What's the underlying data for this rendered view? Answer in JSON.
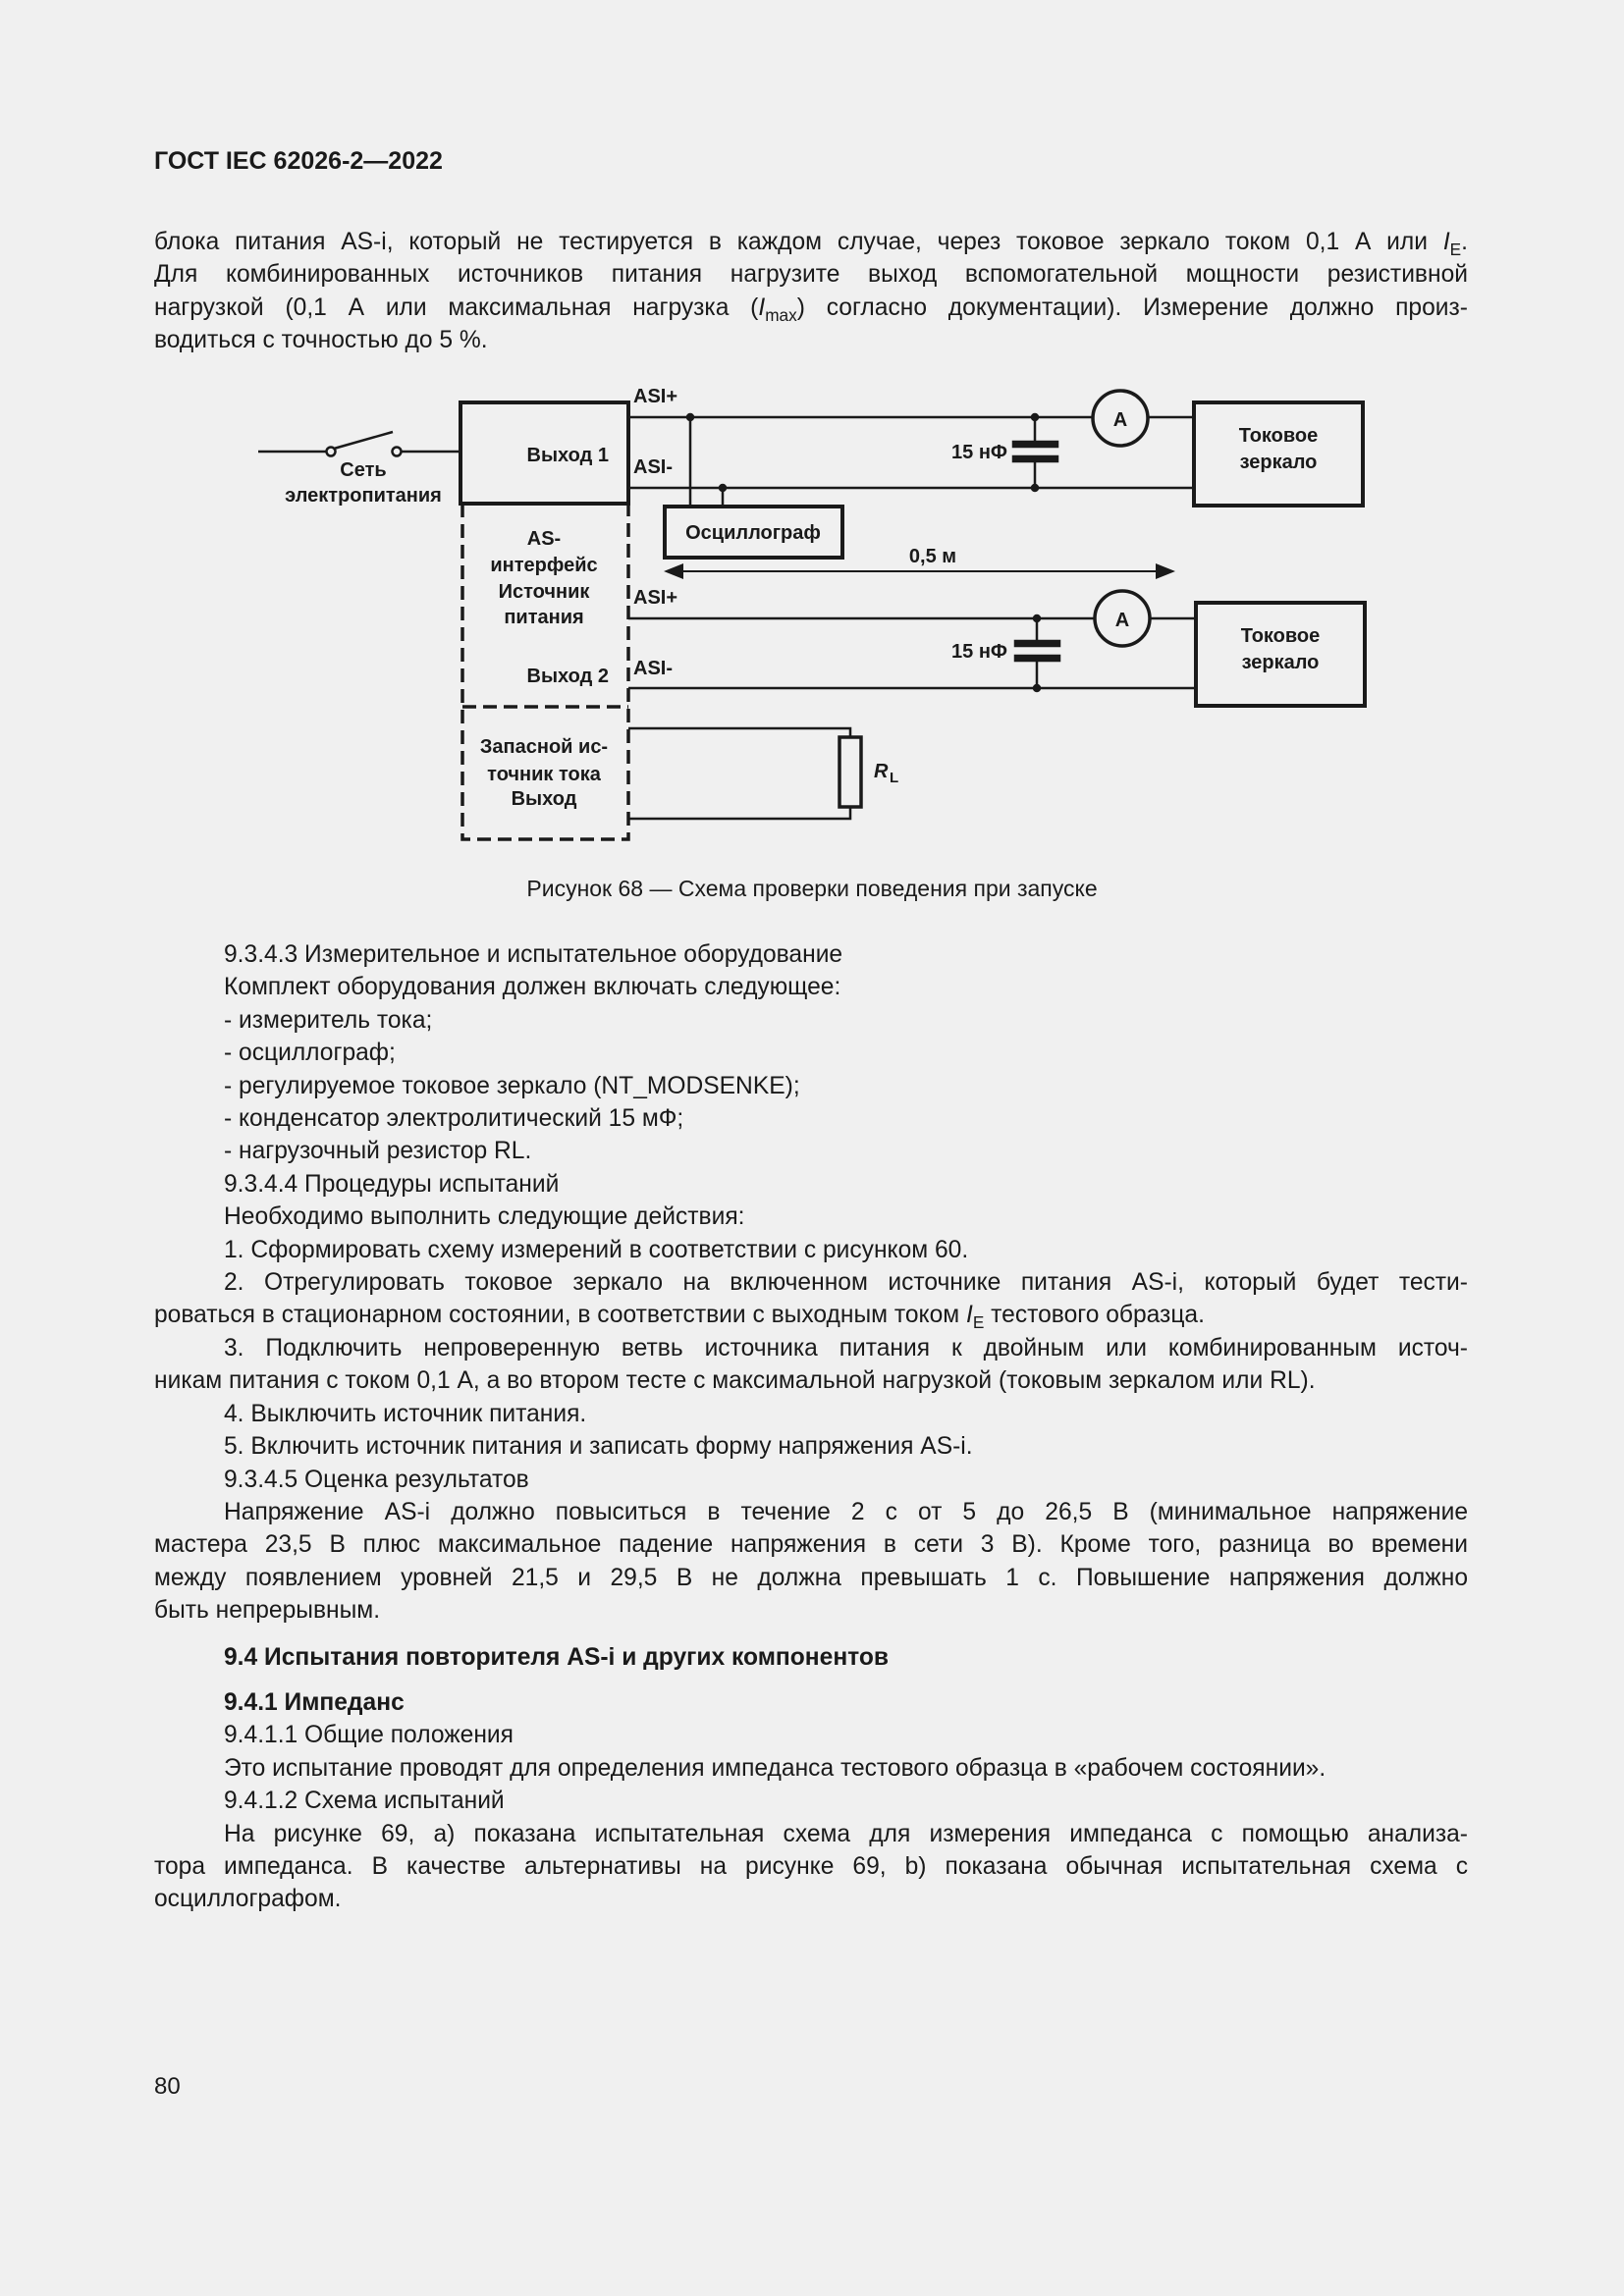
{
  "header": {
    "title": "ГОСТ IEC 62026-2—2022"
  },
  "intro": {
    "l1_a": "блока питания AS-i, который не тестируется в каждом случае, через токовое зеркало током 0,1 А или ",
    "l1_i": "I",
    "l1_sub": "E",
    "l1_b": ".",
    "l2": "Для комбинированных источников питания нагрузите выход вспомогательной мощности резистивной",
    "l3_a": "нагрузкой (0,1 А или максимальная нагрузка (",
    "l3_i": "I",
    "l3_sub": "max",
    "l3_b": ") согласно документации). Измерение должно произ-",
    "l4": "водиться с точностью до 5 %."
  },
  "figure": {
    "mains_label_1": "Сеть",
    "mains_label_2": "электропитания",
    "output1": "Выход 1",
    "output2": "Выход 2",
    "psu_lines": [
      "AS-",
      "интерфейс",
      "Источник",
      "питания"
    ],
    "spare_lines": [
      "Запасной ис-",
      "точник тока",
      "Выход"
    ],
    "asi_plus": "ASI+",
    "asi_minus": "ASI-",
    "oscilloscope": "Осциллограф",
    "distance": "0,5 м",
    "capacitor": "15 нФ",
    "ammeter": "A",
    "mirror_1": "Токовое",
    "mirror_2": "зеркало",
    "resistor": "R",
    "resistor_sub": "L",
    "caption": "Рисунок 68 — Схема проверки поведения при запуске"
  },
  "body": {
    "s9343": "9.3.4.3 Измерительное и испытательное оборудование",
    "kit": "Комплект оборудования должен включать следующее:",
    "items": [
      "- измеритель тока;",
      "- осциллограф;",
      "- регулируемое токовое зеркало (NT_MODSENKE);",
      "- конденсатор электролитический 15 мФ;",
      "- нагрузочный резистор RL."
    ],
    "s9344": "9.3.4.4 Процедуры испытаний",
    "need": "Необходимо выполнить следующие действия:",
    "step1": "1. Сформировать схему измерений в соответствии с рисунком 60.",
    "step2_l1": "2. Отрегулировать токовое зеркало на включенном источнике питания AS-i, который будет тести-",
    "step2_l2a": "роваться в стационарном состоянии, в соответствии с выходным током ",
    "step2_i": "I",
    "step2_sub": "E",
    "step2_l2b": " тестового образца.",
    "step3_l1": "3. Подключить непроверенную ветвь источника питания к двойным или комбинированным источ-",
    "step3_l2": "никам питания с током 0,1 А, а во втором тесте с максимальной нагрузкой (токовым зеркалом или RL).",
    "step4": "4. Выключить источник питания.",
    "step5": "5. Включить источник питания и записать форму напряжения AS-i.",
    "s9345": "9.3.4.5 Оценка результатов",
    "eval_l1": "Напряжение AS-i должно повыситься в течение 2 с от 5 до 26,5 В (минимальное напряжение",
    "eval_l2": "мастера 23,5 В плюс максимальное падение напряжения в сети 3 В). Кроме того, разница во времени",
    "eval_l3": "между появлением уровней 21,5 и 29,5 В не должна превышать 1 с. Повышение напряжения должно",
    "eval_l4": "быть непрерывным.",
    "h94": "9.4 Испытания повторителя AS-i и других компонентов",
    "h941": "9.4.1 Импеданс",
    "s9411": "9.4.1.1 Общие положения",
    "gen": "Это испытание проводят для определения импеданса тестового образца в «рабочем состоянии».",
    "s9412": "9.4.1.2 Схема испытаний",
    "sch_l1": "На рисунке 69, а) показана испытательная схема для измерения импеданса с помощью анализа-",
    "sch_l2": "тора импеданса. В качестве альтернативы на рисунке 69, b) показана обычная испытательная схема с",
    "sch_l3": "осциллографом."
  },
  "footer": {
    "page_number": "80"
  }
}
